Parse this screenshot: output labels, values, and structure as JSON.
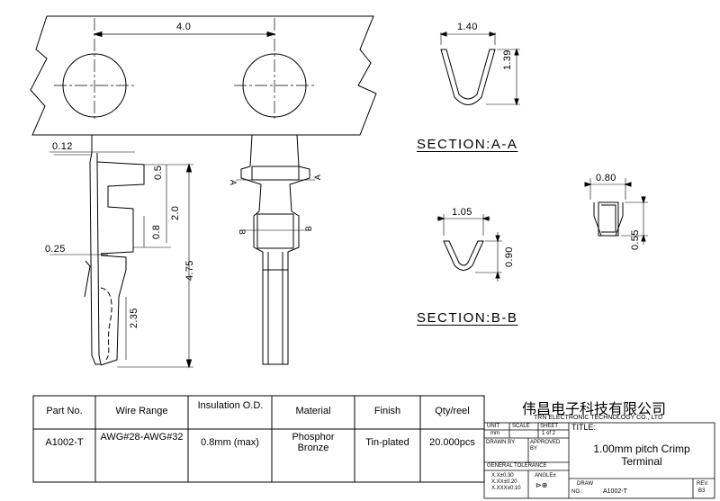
{
  "dimensions": {
    "hole_pitch": "4.0",
    "sec_a_width": "1.40",
    "sec_a_height": "1.39",
    "thickness": "0.12",
    "dim_05": "0.5",
    "dim_20": "2.0",
    "dim_08": "0.8",
    "dim_025": "0.25",
    "dim_475": "4.75",
    "dim_235": "2.35",
    "sec_b_width": "1.05",
    "sec_b_height": "0.90",
    "end_width": "0.80",
    "end_height": "0.55"
  },
  "section_marks": {
    "a": "A",
    "b": "B"
  },
  "sections": {
    "a_title": "SECTION:A-A",
    "b_title": "SECTION:B-B"
  },
  "spec_table": {
    "headers": [
      "Part No.",
      "Wire Range",
      "Insulation O.D.",
      "Material",
      "Finish",
      "Qty/reel"
    ],
    "row": [
      "A1002-T",
      "AWG#28-AWG#32",
      "0.8mm (max)",
      "Phosphor Bronze",
      "Tin-plated",
      "20.000pcs"
    ]
  },
  "title_block": {
    "company_cn": "伟昌电子科技有限公司",
    "company_en": "TRN ELECTRONIC TECHNOLOGY CO., LTD",
    "unit_label": "UNIT",
    "unit_value": "mm",
    "scale_label": "SCALE",
    "sheet_label": "SHEET",
    "sheet_value": "1 of 2",
    "title_label": "TITLE:",
    "title_value": "1.00mm pitch Crimp Terminal",
    "drawn_by": "DRAWN BY",
    "approved_by": "APPROVED BY",
    "general_tolerance": "GENERAL TOLERANCE",
    "tol_1": "X.X±0.30",
    "tol_2": "X.XX±0.20",
    "tol_3": "X.XXX±0.10",
    "angle": "ANGLE±",
    "draw_label": "DRAW",
    "no_label": "NO.:",
    "draw_no": "A1002-T",
    "rev_label": "REV.",
    "rev_value": "B3"
  }
}
